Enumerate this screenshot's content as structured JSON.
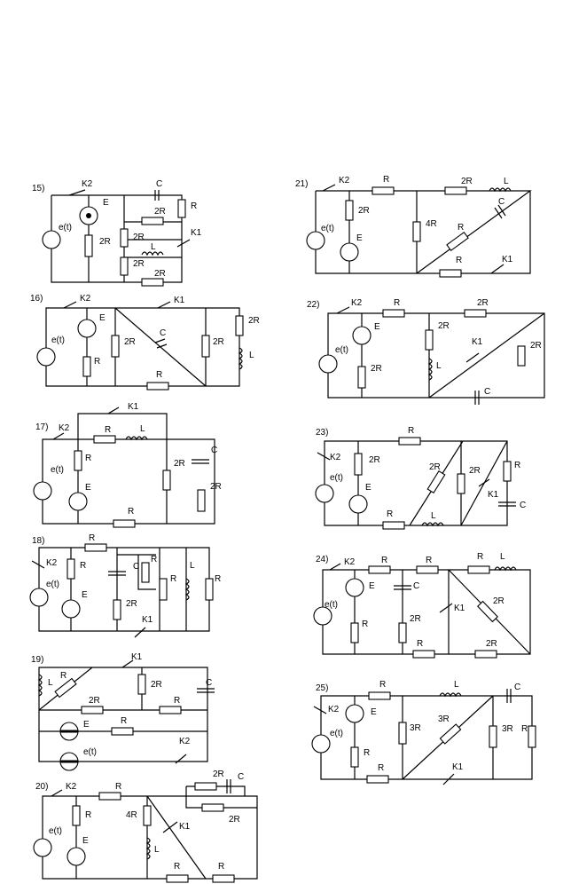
{
  "circuits": [
    {
      "number": "15)",
      "labels": {
        "e": "e(t)",
        "E": "E",
        "r1": "2R",
        "r2": "2R",
        "r3": "2R",
        "r4": "2R",
        "r5": "2R",
        "r6": "R",
        "L": "L",
        "C": "C",
        "K1": "K1",
        "K2": "K2"
      }
    },
    {
      "number": "16)",
      "labels": {
        "e": "e(t)",
        "E": "E",
        "r1": "R",
        "r2": "2R",
        "r3": "2R",
        "r4": "2R",
        "r5": "R",
        "L": "L",
        "C": "C",
        "K1": "K1",
        "K2": "K2"
      }
    },
    {
      "number": "17)",
      "labels": {
        "e": "e(t)",
        "E": "E",
        "r1": "R",
        "r2": "R",
        "r3": "R",
        "r4": "2R",
        "r5": "2R",
        "L": "L",
        "C": "C",
        "K1": "K1",
        "K2": "K2"
      }
    },
    {
      "number": "18)",
      "labels": {
        "e": "e(t)",
        "E": "E",
        "r1": "R",
        "r2": "R",
        "r3": "2R",
        "r4": "R",
        "r5": "R",
        "r6": "R",
        "L": "L",
        "C": "C",
        "K1": "K1",
        "K2": "K2"
      }
    },
    {
      "number": "19)",
      "labels": {
        "e": "e(t)",
        "E": "E",
        "r1": "R",
        "r2": "2R",
        "r3": "2R",
        "r4": "R",
        "r5": "R",
        "L": "L",
        "C": "C",
        "K1": "K1",
        "K2": "K2"
      }
    },
    {
      "number": "20)",
      "labels": {
        "e": "e(t)",
        "E": "E",
        "r1": "R",
        "r2": "R",
        "r3": "4R",
        "r4": "2R",
        "r5": "2R",
        "r6": "R",
        "r7": "R",
        "L": "L",
        "C": "C",
        "K1": "K1",
        "K2": "K2"
      }
    },
    {
      "number": "21)",
      "labels": {
        "e": "e(t)",
        "E": "E",
        "r1": "2R",
        "r2": "R",
        "r3": "2R",
        "r4": "4R",
        "r5": "R",
        "r6": "R",
        "L": "L",
        "C": "C",
        "K1": "K1",
        "K2": "K2"
      }
    },
    {
      "number": "22)",
      "labels": {
        "e": "e(t)",
        "E": "E",
        "r1": "2R",
        "r2": "R",
        "r3": "2R",
        "r4": "2R",
        "r5": "2R",
        "L": "L",
        "C": "C",
        "K1": "K1",
        "K2": "K2"
      }
    },
    {
      "number": "23)",
      "labels": {
        "e": "e(t)",
        "E": "E",
        "r1": "2R",
        "r2": "R",
        "r3": "2R",
        "r4": "2R",
        "r5": "R",
        "r6": "R",
        "L": "L",
        "C": "C",
        "K1": "K1",
        "K2": "K2"
      }
    },
    {
      "number": "24)",
      "labels": {
        "e": "e(t)",
        "E": "E",
        "r1": "R",
        "r2": "R",
        "r3": "R",
        "r4": "R",
        "r5": "2R",
        "r6": "R",
        "r7": "2R",
        "r8": "2R",
        "L": "L",
        "C": "C",
        "K1": "K1",
        "K2": "K2"
      }
    },
    {
      "number": "25)",
      "labels": {
        "e": "e(t)",
        "E": "E",
        "r1": "R",
        "r2": "R",
        "r3": "3R",
        "r4": "3R",
        "r5": "3R",
        "r6": "R",
        "r7": "R",
        "L": "L",
        "C": "C",
        "K1": "K1",
        "K2": "K2"
      }
    }
  ]
}
